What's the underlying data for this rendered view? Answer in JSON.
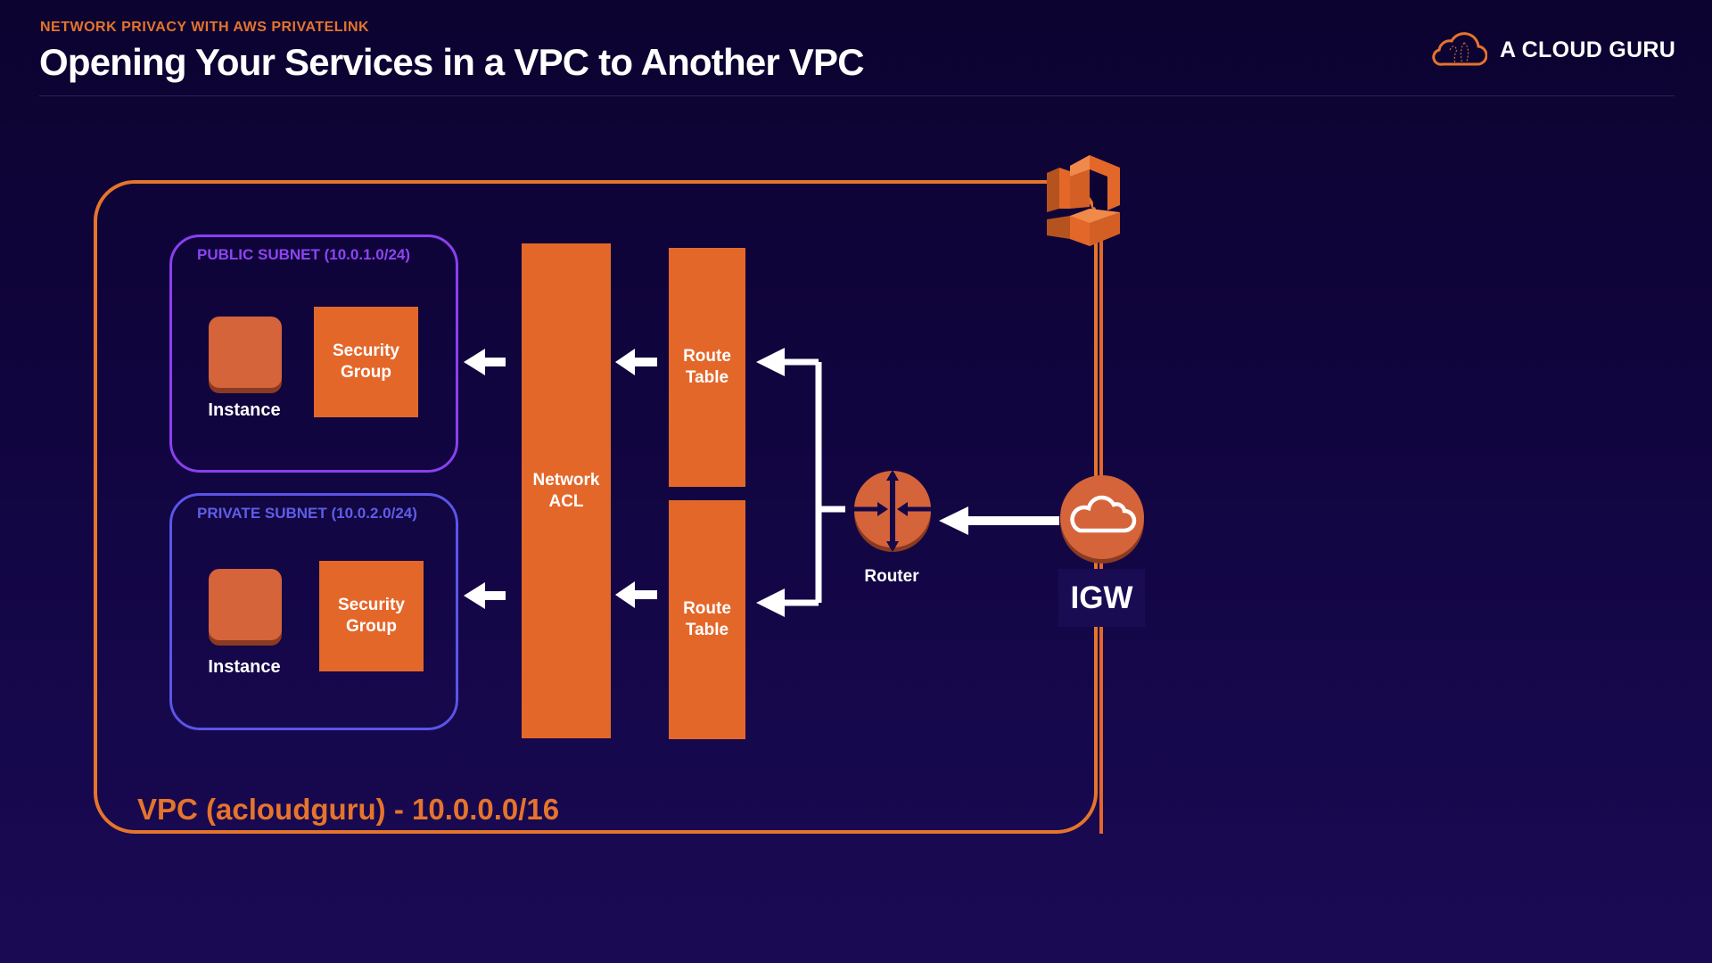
{
  "header": {
    "subtitle": "NETWORK PRIVACY WITH AWS PRIVATELINK",
    "title": "Opening Your Services in a VPC to Another VPC",
    "brand": "A CLOUD GURU"
  },
  "diagram": {
    "vpc_label": "VPC (acloudguru) - 10.0.0.0/16",
    "public_subnet": {
      "label": "PUBLIC SUBNET (10.0.1.0/24)",
      "instance_label": "Instance",
      "security_group_label": "Security Group"
    },
    "private_subnet": {
      "label": "PRIVATE SUBNET (10.0.2.0/24)",
      "instance_label": "Instance",
      "security_group_label": "Security Group"
    },
    "network_acl_label": "Network ACL",
    "route_tables": [
      {
        "label": "Route Table"
      },
      {
        "label": "Route Table"
      }
    ],
    "router_label": "Router",
    "igw_label": "IGW",
    "icons": {
      "brand": "cloud-icon",
      "vpc": "aws-vpc-icon",
      "router": "router-icon",
      "igw": "internet-gateway-cloud-icon"
    },
    "colors": {
      "accent_orange": "#e4672a",
      "public_subnet": "#8a3ff0",
      "private_subnet": "#5a55e8",
      "background": "#110540",
      "arrow": "#ffffff"
    }
  }
}
